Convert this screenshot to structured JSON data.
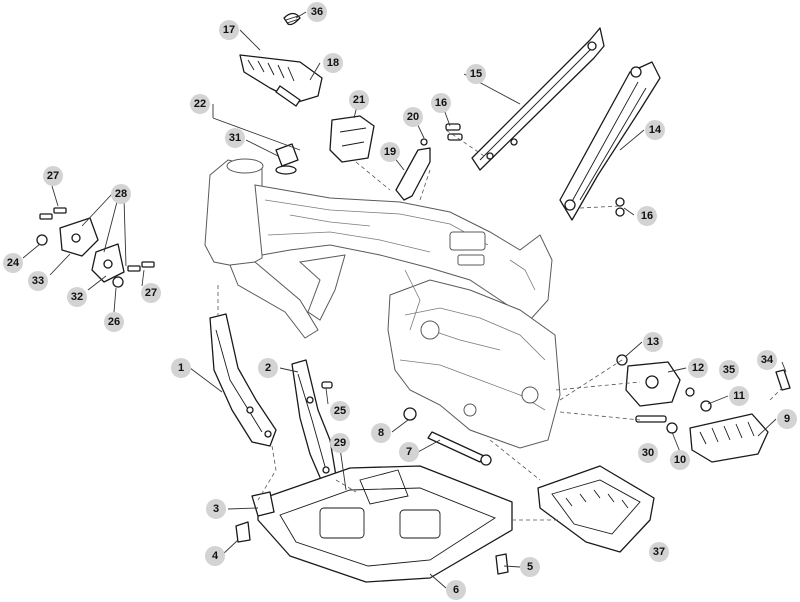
{
  "callouts": [
    {
      "id": "c1",
      "label": "1"
    },
    {
      "id": "c2",
      "label": "2"
    },
    {
      "id": "c3",
      "label": "3"
    },
    {
      "id": "c4",
      "label": "4"
    },
    {
      "id": "c5",
      "label": "5"
    },
    {
      "id": "c6",
      "label": "6"
    },
    {
      "id": "c7",
      "label": "7"
    },
    {
      "id": "c8",
      "label": "8"
    },
    {
      "id": "c9",
      "label": "9"
    },
    {
      "id": "c10",
      "label": "10"
    },
    {
      "id": "c11",
      "label": "11"
    },
    {
      "id": "c12",
      "label": "12"
    },
    {
      "id": "c13",
      "label": "13"
    },
    {
      "id": "c14",
      "label": "14"
    },
    {
      "id": "c15",
      "label": "15"
    },
    {
      "id": "c16a",
      "label": "16"
    },
    {
      "id": "c16b",
      "label": "16"
    },
    {
      "id": "c17",
      "label": "17"
    },
    {
      "id": "c18",
      "label": "18"
    },
    {
      "id": "c19",
      "label": "19"
    },
    {
      "id": "c20",
      "label": "20"
    },
    {
      "id": "c21",
      "label": "21"
    },
    {
      "id": "c22",
      "label": "22"
    },
    {
      "id": "c24",
      "label": "24"
    },
    {
      "id": "c25",
      "label": "25"
    },
    {
      "id": "c26",
      "label": "26"
    },
    {
      "id": "c27a",
      "label": "27"
    },
    {
      "id": "c27b",
      "label": "27"
    },
    {
      "id": "c28",
      "label": "28"
    },
    {
      "id": "c29",
      "label": "29"
    },
    {
      "id": "c30",
      "label": "30"
    },
    {
      "id": "c31",
      "label": "31"
    },
    {
      "id": "c32",
      "label": "32"
    },
    {
      "id": "c33",
      "label": "33"
    },
    {
      "id": "c34",
      "label": "34"
    },
    {
      "id": "c35",
      "label": "35"
    },
    {
      "id": "c36",
      "label": "36"
    },
    {
      "id": "c37",
      "label": "37"
    }
  ]
}
